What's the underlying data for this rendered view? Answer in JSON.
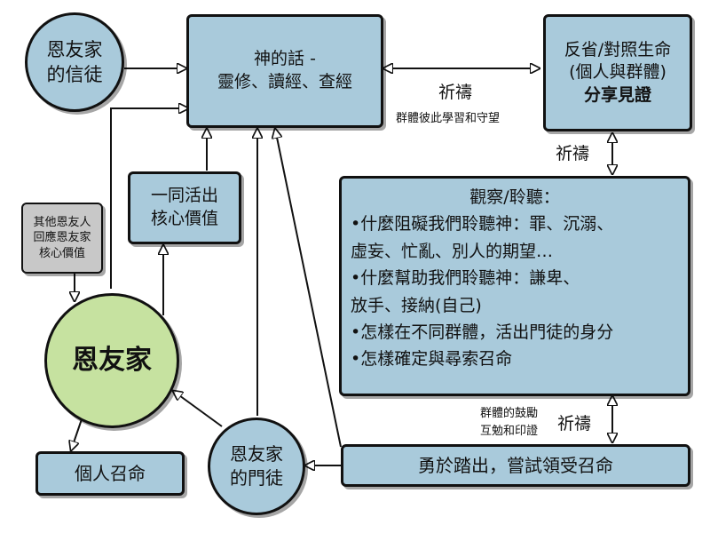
{
  "nodes": {
    "believers": {
      "lines": [
        "恩友家",
        "的信徒"
      ]
    },
    "word": {
      "lines": [
        "神的話 -",
        "靈修、讀經、查經"
      ]
    },
    "reflect": {
      "lines": [
        "反省/對照生命",
        "(個人與群體)",
        "分享見證"
      ]
    },
    "core_values": {
      "lines": [
        "一同活出",
        "核心價值"
      ]
    },
    "others": {
      "lines": [
        "其他恩友人",
        "回應恩友家",
        "核心價值"
      ]
    },
    "center": {
      "label": "恩友家"
    },
    "observe": {
      "title": "觀察/聆聽：",
      "lines": [
        "•什麼阻礙我們聆聽神：罪、沉溺、",
        "虛妄、忙亂、別人的期望…",
        "•什麼幫助我們聆聽神：謙卑、",
        "放手、接納(自己)",
        "•怎樣在不同群體，活出門徒的身分",
        "•怎樣確定與尋索召命"
      ]
    },
    "personal_calling": {
      "label": "個人召命"
    },
    "disciples": {
      "lines": [
        "恩友家",
        "的門徒"
      ]
    },
    "step_out": {
      "label": "勇於踏出，嘗試領受召命"
    }
  },
  "edge_labels": {
    "prayer_top": "祈禱",
    "watch": "群體彼此學習和守望",
    "prayer_mid": "祈禱",
    "prayer_bottom": "祈禱",
    "encourage": [
      "群體的鼓勵",
      "互勉和印證"
    ]
  },
  "colors": {
    "node_blue": "#a9cadb",
    "node_green": "#c6e2a0",
    "node_grey": "#c8c8c8",
    "line": "#111111"
  }
}
